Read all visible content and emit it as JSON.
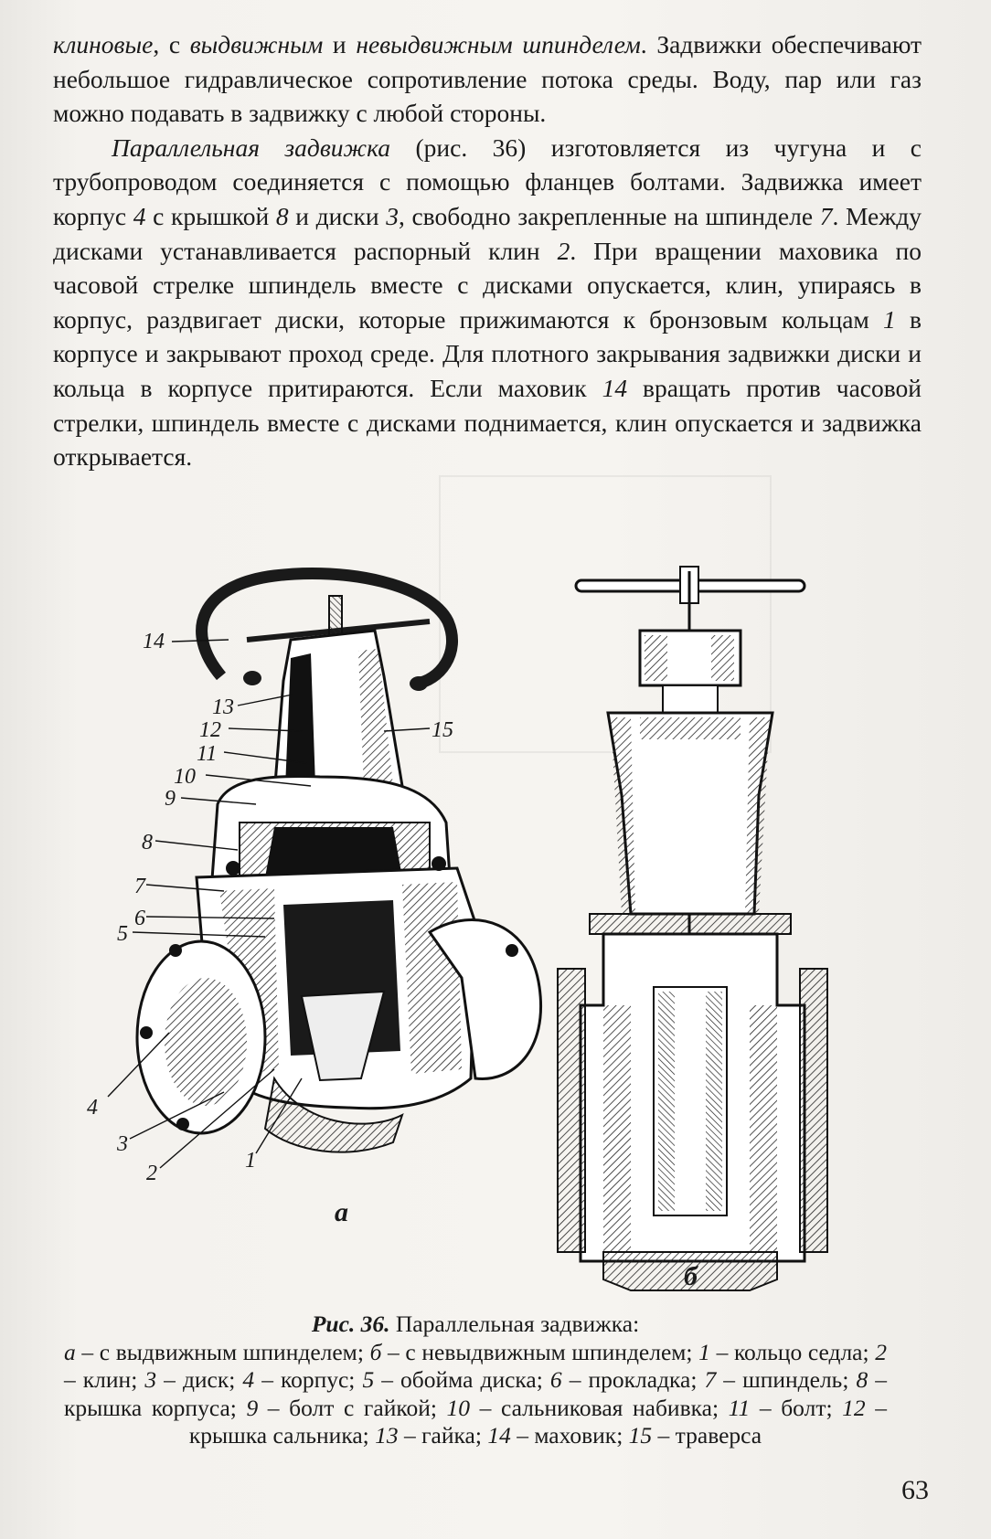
{
  "body": {
    "p1_italic_a": "клиновые",
    "p1_text_a": ", с ",
    "p1_italic_b": "выдвижным",
    "p1_text_b": " и ",
    "p1_italic_c": "невыдвижным шпинделем",
    "p1_text_c": ". Задвижки обеспечивают небольшое гидравлическое сопротивление потока среды. Воду, пар или газ можно подавать в задвижку с любой стороны.",
    "p2_italic_a": "Параллельная задвижка",
    "p2_text_a": " (рис. 36) изготовляется из чугуна и с трубопроводом соединяется с помощью фланцев болтами. Задвижка имеет корпус ",
    "p2_num_4": "4",
    "p2_text_b": " с крышкой ",
    "p2_num_8": "8",
    "p2_text_c": " и диски ",
    "p2_num_3": "3",
    "p2_text_d": ", свободно закрепленные на шпинделе ",
    "p2_num_7": "7",
    "p2_text_e": ". Между дисками устанавливается распорный клин ",
    "p2_num_2": "2",
    "p2_text_f": ". При вращении маховика по часовой стрелке шпиндель вместе с дисками опускается, клин, упираясь в корпус, раздвигает диски, которые прижимаются к бронзовым кольцам ",
    "p2_num_1": "1",
    "p2_text_g": " в корпусе и закрывают проход среде. Для плотного закрывания задвижки диски и кольца в корпусе притираются. Если маховик ",
    "p2_num_14": "14",
    "p2_text_h": " вращать против часовой стрелки, шпиндель вместе с дисками поднимается, клин опускается и задвижка открывается."
  },
  "figure": {
    "callouts": [
      "14",
      "13",
      "12",
      "15",
      "11",
      "10",
      "9",
      "8",
      "7",
      "6",
      "5",
      "4",
      "3",
      "2",
      "1"
    ],
    "label_a": "а",
    "label_b": "б"
  },
  "caption": {
    "title_bold": "Рис. 36.",
    "title_text": " Параллельная задвижка:",
    "a_letter": "а",
    "a_text": " – с выдвижным шпинделем; ",
    "b_letter": "б",
    "b_text": " – с невыдвижным шпинделем; ",
    "n1": "1",
    "t1": " – кольцо седла; ",
    "n2": "2",
    "t2": " – клин; ",
    "n3": "3",
    "t3": " – диск; ",
    "n4": "4",
    "t4": " – корпус; ",
    "n5": "5",
    "t5": " – обойма диска; ",
    "n6": "6",
    "t6": " – прокладка; ",
    "n7": "7",
    "t7": " – шпиндель; ",
    "n8": "8",
    "t8": " – крышка корпуса; ",
    "n9": "9",
    "t9": " – болт с гайкой; ",
    "n10": "10",
    "t10": " – сальниковая набивка; ",
    "n11": "11",
    "t11": " – болт; ",
    "n12": "12",
    "t12": " – крышка сальника; ",
    "n13": "13",
    "t13": " – гайка; ",
    "n14": "14",
    "t14": " – маховик; ",
    "n15": "15",
    "t15": " – траверса"
  },
  "page_number": "63"
}
